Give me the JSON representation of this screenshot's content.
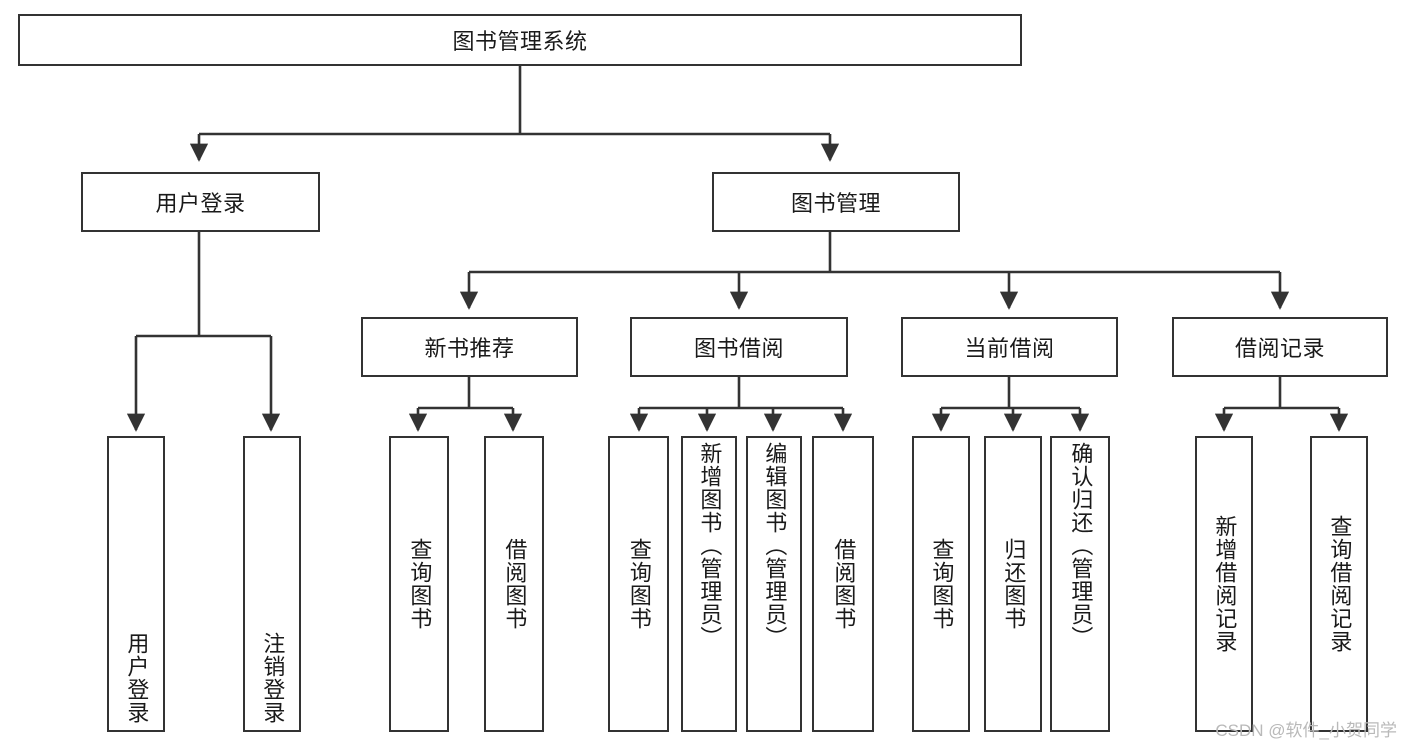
{
  "diagram": {
    "type": "tree",
    "title": "图书管理系统",
    "watermark": "CSDN @软件_小贺同学",
    "colors": {
      "background": "#ffffff",
      "box_border": "#333333",
      "box_fill": "#ffffff",
      "text": "#1a1a1a",
      "edge": "#333333",
      "watermark": "#b9b9b9"
    },
    "root": {
      "label": "图书管理系统"
    },
    "level2": [
      {
        "label": "用户登录"
      },
      {
        "label": "图书管理"
      }
    ],
    "level3": [
      {
        "label": "新书推荐"
      },
      {
        "label": "图书借阅"
      },
      {
        "label": "当前借阅"
      },
      {
        "label": "借阅记录"
      }
    ],
    "leaves": {
      "user_login": [
        {
          "label": "用户登录"
        },
        {
          "label": "注销登录"
        }
      ],
      "new_book_recommend": [
        {
          "label": "查询图书"
        },
        {
          "label": "借阅图书"
        }
      ],
      "book_borrow": [
        {
          "label": "查询图书"
        },
        {
          "label": "新增图书（管理员）"
        },
        {
          "label": "编辑图书（管理员）"
        },
        {
          "label": "借阅图书"
        }
      ],
      "current_borrow": [
        {
          "label": "查询图书"
        },
        {
          "label": "归还图书"
        },
        {
          "label": "确认归还（管理员）"
        }
      ],
      "borrow_record": [
        {
          "label": "新增借阅记录"
        },
        {
          "label": "查询借阅记录"
        }
      ]
    }
  }
}
